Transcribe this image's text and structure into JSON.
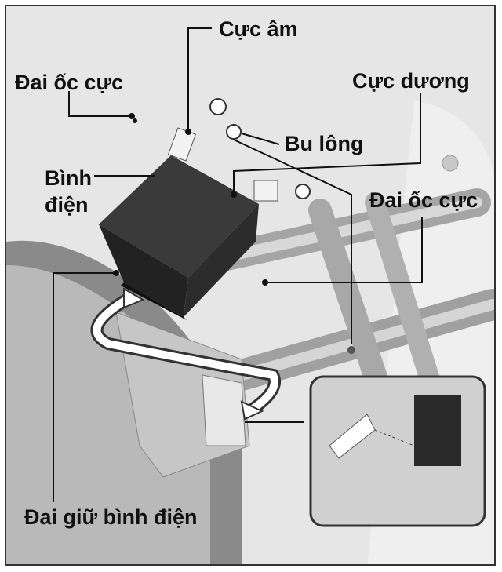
{
  "labels": {
    "negative_terminal": "Cực âm",
    "terminal_nut_left": "Đai ốc cực",
    "positive_terminal": "Cực dương",
    "bolt": "Bu lông",
    "battery_line1": "Bình",
    "battery_line2": "điện",
    "terminal_nut_right": "Đai ốc cực",
    "battery_strap": "Đai giữ bình điện"
  },
  "colors": {
    "background": "#dcdcdc",
    "battery": "#2a2a2a",
    "frame_metal": "#b5b5b5",
    "leader_line": "#111111"
  }
}
